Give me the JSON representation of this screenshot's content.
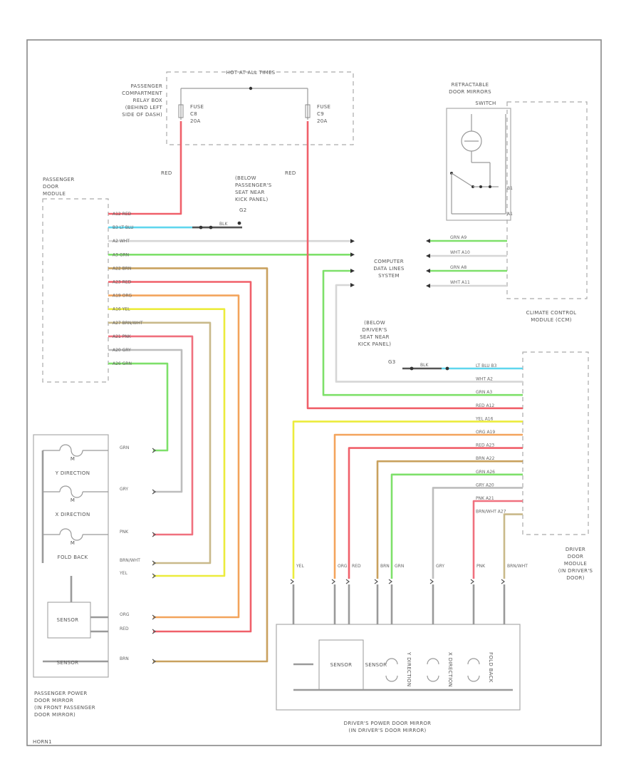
{
  "colors": {
    "RED": "#f0606a",
    "LT BLU": "#5fd6ee",
    "WHT": "#d6d6d6",
    "GRN": "#7ee06a",
    "BRN": "#c9a15e",
    "ORG": "#f3a45c",
    "YEL": "#ecec3c",
    "BRN/WHT": "#c9b98a",
    "PNK": "#f0707e",
    "GRY": "#bdbdbd",
    "BLK": "#555555"
  },
  "labels": {
    "hot_at_all_times": "HOT AT ALL TIMES",
    "pass_relay_box": [
      "PASSENGER",
      "COMPARTMENT",
      "RELAY BOX",
      "(BEHIND LEFT",
      "SIDE OF DASH)"
    ],
    "fuse_left": [
      "FUSE",
      "C8",
      "20A"
    ],
    "fuse_right": [
      "FUSE",
      "C9",
      "20A"
    ],
    "retractable": [
      "RETRACTABLE",
      "DOOR MIRRORS",
      "SWITCH"
    ],
    "red_left": "RED",
    "red_right": "RED",
    "pass_door_module": [
      "PASSENGER",
      "DOOR",
      "MODULE"
    ],
    "below_pass_seat": [
      "(BELOW",
      "PASSENGER'S",
      "SEAT NEAR",
      "KICK PANEL)"
    ],
    "g_pass": "G2",
    "computer_data": [
      "COMPUTER",
      "DATA LINES",
      "SYSTEM"
    ],
    "climate": [
      "CLIMATE CONTROL",
      "MODULE (CCM)"
    ],
    "below_drv_seat": [
      "(BELOW",
      "DRIVER'S",
      "SEAT NEAR",
      "KICK PANEL)"
    ],
    "g_drv": "G3",
    "driver_module": [
      "DRIVER",
      "DOOR",
      "MODULE",
      "(IN DRIVER'S",
      "DOOR)"
    ],
    "y_direction": "Y DIRECTION",
    "x_direction": "X DIRECTION",
    "fold_back": "FOLD BACK",
    "motor": "M",
    "pass_mirror": [
      "PASSENGER POWER",
      "DOOR MIRROR",
      "(IN FRONT PASSENGER",
      "DOOR MIRROR)"
    ],
    "driver_mirror": [
      "DRIVER'S POWER DOOR MIRROR",
      "(IN DRIVER'S DOOR MIRROR)"
    ],
    "footer": "HORN1",
    "blk": "BLK",
    "sensor": "SENSOR",
    "drv_sections": [
      "Y DIRECTION",
      "X DIRECTION",
      "FOLD BACK"
    ]
  },
  "pass_pins": [
    {
      "pin": "A12",
      "color": "RED"
    },
    {
      "pin": "B3",
      "color": "LT BLU"
    },
    {
      "pin": "A2",
      "color": "WHT"
    },
    {
      "pin": "A3",
      "color": "GRN"
    },
    {
      "pin": "A22",
      "color": "BRN"
    },
    {
      "pin": "A23",
      "color": "RED"
    },
    {
      "pin": "A19",
      "color": "ORG"
    },
    {
      "pin": "A16",
      "color": "YEL"
    },
    {
      "pin": "A27",
      "color": "BRN/WHT"
    },
    {
      "pin": "A21",
      "color": "PNK"
    },
    {
      "pin": "A20",
      "color": "GRY"
    },
    {
      "pin": "A26",
      "color": "GRN"
    }
  ],
  "ccm_pins": [
    {
      "pin": "A9",
      "color": "GRN"
    },
    {
      "pin": "A10",
      "color": "WHT"
    },
    {
      "pin": "A8",
      "color": "GRN"
    },
    {
      "pin": "A11",
      "color": "WHT"
    }
  ],
  "drv_pins": [
    {
      "pin": "B3",
      "color": "LT BLU"
    },
    {
      "pin": "A2",
      "color": "WHT"
    },
    {
      "pin": "A3",
      "color": "GRN"
    },
    {
      "pin": "A12",
      "color": "RED"
    },
    {
      "pin": "A16",
      "color": "YEL"
    },
    {
      "pin": "A19",
      "color": "ORG"
    },
    {
      "pin": "A23",
      "color": "RED"
    },
    {
      "pin": "A22",
      "color": "BRN"
    },
    {
      "pin": "A26",
      "color": "GRN"
    },
    {
      "pin": "A20",
      "color": "GRY"
    },
    {
      "pin": "A21",
      "color": "PNK"
    },
    {
      "pin": "A27",
      "color": "BRN/WHT"
    }
  ],
  "pass_mirror_wires": [
    "GRN",
    "GRY",
    "PNK",
    "BRN/WHT",
    "YEL",
    "ORG",
    "RED",
    "BRN"
  ],
  "drv_mirror_wires": [
    "YEL",
    "ORG",
    "RED",
    "BRN",
    "GRN",
    "GRY",
    "PNK",
    "BRN/WHT"
  ]
}
